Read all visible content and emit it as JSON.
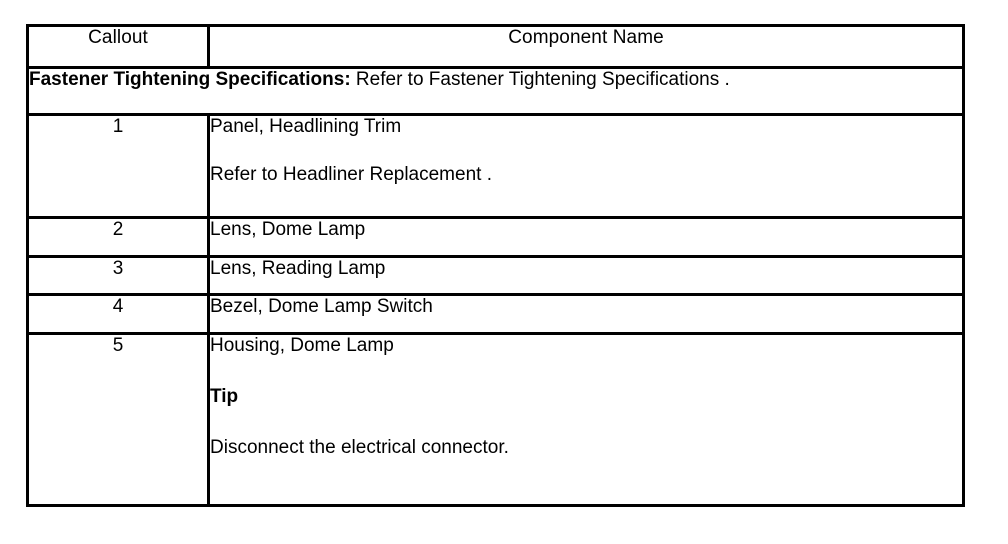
{
  "table": {
    "headers": {
      "callout": "Callout",
      "component_name": "Component Name"
    },
    "spec_note": {
      "bold_prefix": "Fastener Tightening Specifications:",
      "rest": " Refer to Fastener Tightening Specifications ."
    },
    "rows": [
      {
        "callout": "1",
        "lines": [
          {
            "text": "Panel, Headlining Trim",
            "bold": false
          },
          {
            "text": "Refer to Headliner Replacement .",
            "bold": false
          }
        ]
      },
      {
        "callout": "2",
        "lines": [
          {
            "text": "Lens, Dome Lamp",
            "bold": false
          }
        ]
      },
      {
        "callout": "3",
        "lines": [
          {
            "text": "Lens, Reading Lamp",
            "bold": false
          }
        ]
      },
      {
        "callout": "4",
        "lines": [
          {
            "text": "Bezel, Dome Lamp Switch",
            "bold": false
          }
        ]
      },
      {
        "callout": "5",
        "lines": [
          {
            "text": "Housing, Dome Lamp",
            "bold": false
          },
          {
            "text": "Tip",
            "bold": true
          },
          {
            "text": "Disconnect the electrical connector.",
            "bold": false
          }
        ]
      }
    ]
  },
  "colors": {
    "border": "#000000",
    "text": "#000000",
    "background": "#ffffff"
  }
}
